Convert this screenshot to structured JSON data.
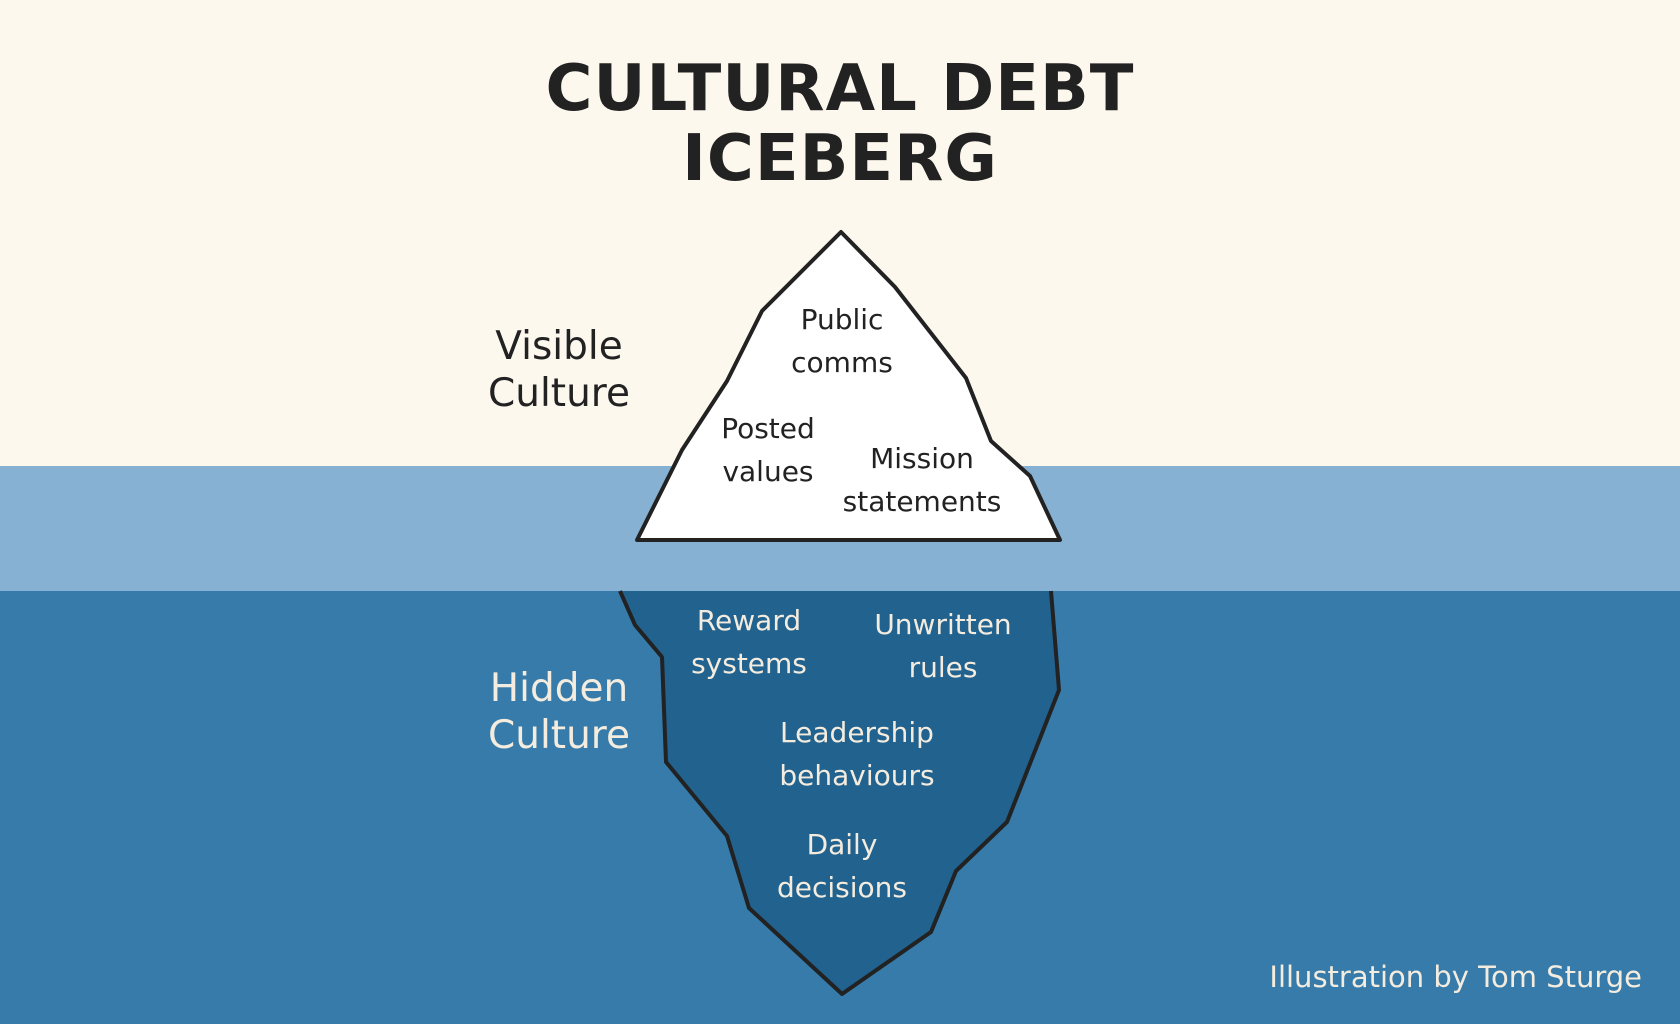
{
  "title": {
    "line1": "CULTURAL DEBT",
    "line2": "ICEBERG"
  },
  "visible_section": {
    "label_line1": "Visible",
    "label_line2": "Culture",
    "items": [
      {
        "line1": "Public",
        "line2": "comms"
      },
      {
        "line1": "Posted",
        "line2": "values"
      },
      {
        "line1": "Mission",
        "line2": "statements"
      }
    ]
  },
  "hidden_section": {
    "label_line1": "Hidden",
    "label_line2": "Culture",
    "items": [
      {
        "line1": "Reward",
        "line2": "systems"
      },
      {
        "line1": "Unwritten",
        "line2": "rules"
      },
      {
        "line1": "Leadership",
        "line2": "behaviours"
      },
      {
        "line1": "Daily",
        "line2": "decisions"
      }
    ]
  },
  "credit": "Illustration by Tom Sturge",
  "colors": {
    "sky": "#fdf8ee",
    "waterline": "#86b1d2",
    "deep_water": "#367ba9",
    "iceberg_top": "#ffffff",
    "iceberg_bottom": "#21628f",
    "outline": "#222222",
    "light_text": "#f3ecdf"
  }
}
